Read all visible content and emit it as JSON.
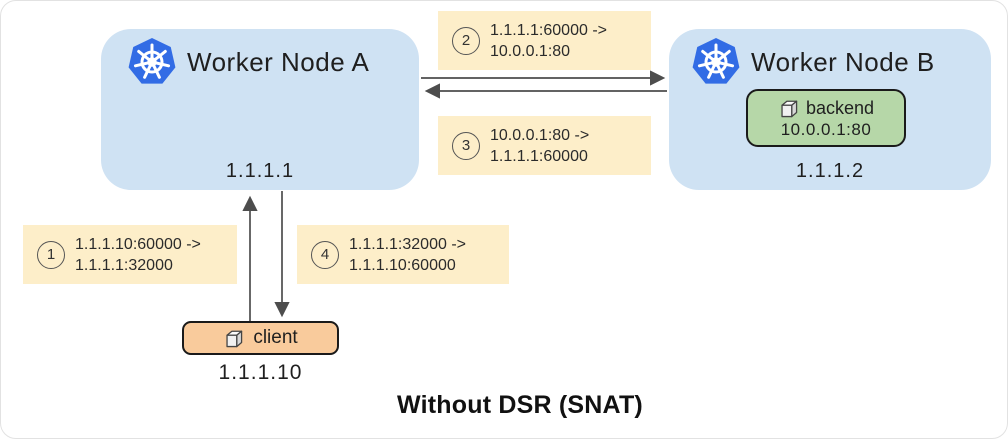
{
  "title": "Without DSR (SNAT)",
  "nodes": {
    "a": {
      "label": "Worker Node A",
      "ip": "1.1.1.1"
    },
    "b": {
      "label": "Worker Node B",
      "ip": "1.1.1.2"
    }
  },
  "backend": {
    "label": "backend",
    "address": "10.0.0.1:80"
  },
  "client": {
    "label": "client",
    "ip": "1.1.1.10"
  },
  "flow_labels": [
    {
      "step": "1",
      "line1": "1.1.1.10:60000 ->",
      "line2": "1.1.1.1:32000"
    },
    {
      "step": "2",
      "line1": "1.1.1.1:60000 ->",
      "line2": "10.0.0.1:80"
    },
    {
      "step": "3",
      "line1": "10.0.0.1:80 ->",
      "line2": "1.1.1.1:60000"
    },
    {
      "step": "4",
      "line1": "1.1.1.1:32000 ->",
      "line2": "1.1.1.10:60000"
    }
  ],
  "icons": {
    "kubernetes": "kubernetes-helm-logo",
    "container": "3d-container-cube"
  },
  "colors": {
    "node_fill": "#cfe2f3",
    "flow_label_fill": "#fdeec9",
    "backend_fill": "#b6d7a8",
    "client_fill": "#f9cb9c",
    "kubernetes_blue": "#326ce5",
    "arrow": "#4d4d4d"
  }
}
